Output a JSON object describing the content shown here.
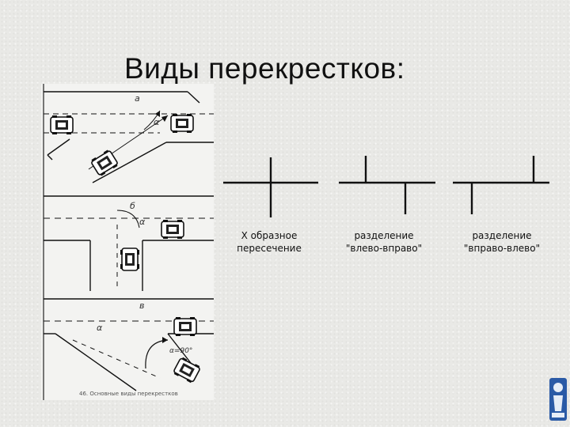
{
  "title": "Виды перекрестков:",
  "illustration": {
    "panel_top_letter": "a",
    "panel_mid_letter": "б",
    "panel_bot_letter": "в",
    "angle_symbol": "α",
    "angle_note": "α=90°",
    "caption": "46. Основные виды перекрестков"
  },
  "schemes": [
    {
      "line1": "Х образное",
      "line2": "пересечение"
    },
    {
      "line1": "разделение",
      "line2": "\"влево-вправо\""
    },
    {
      "line1": "разделение",
      "line2": "\"вправо-влево\""
    }
  ],
  "colors": {
    "ink": "#111111",
    "logo_blue": "#2a5aa6"
  }
}
